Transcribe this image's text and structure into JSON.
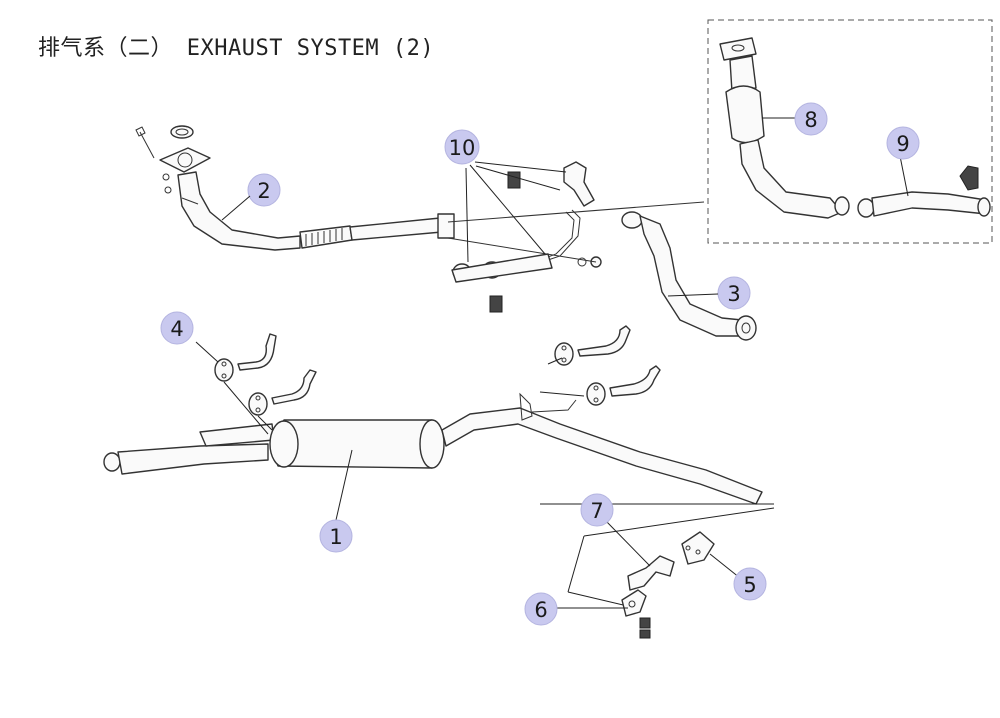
{
  "title": "排气系（二） EXHAUST SYSTEM (2)",
  "callouts": [
    "1",
    "2",
    "3",
    "4",
    "5",
    "6",
    "7",
    "8",
    "9",
    "10"
  ],
  "colors": {
    "callout_fill": "#c9c9ef",
    "line": "#333333"
  }
}
